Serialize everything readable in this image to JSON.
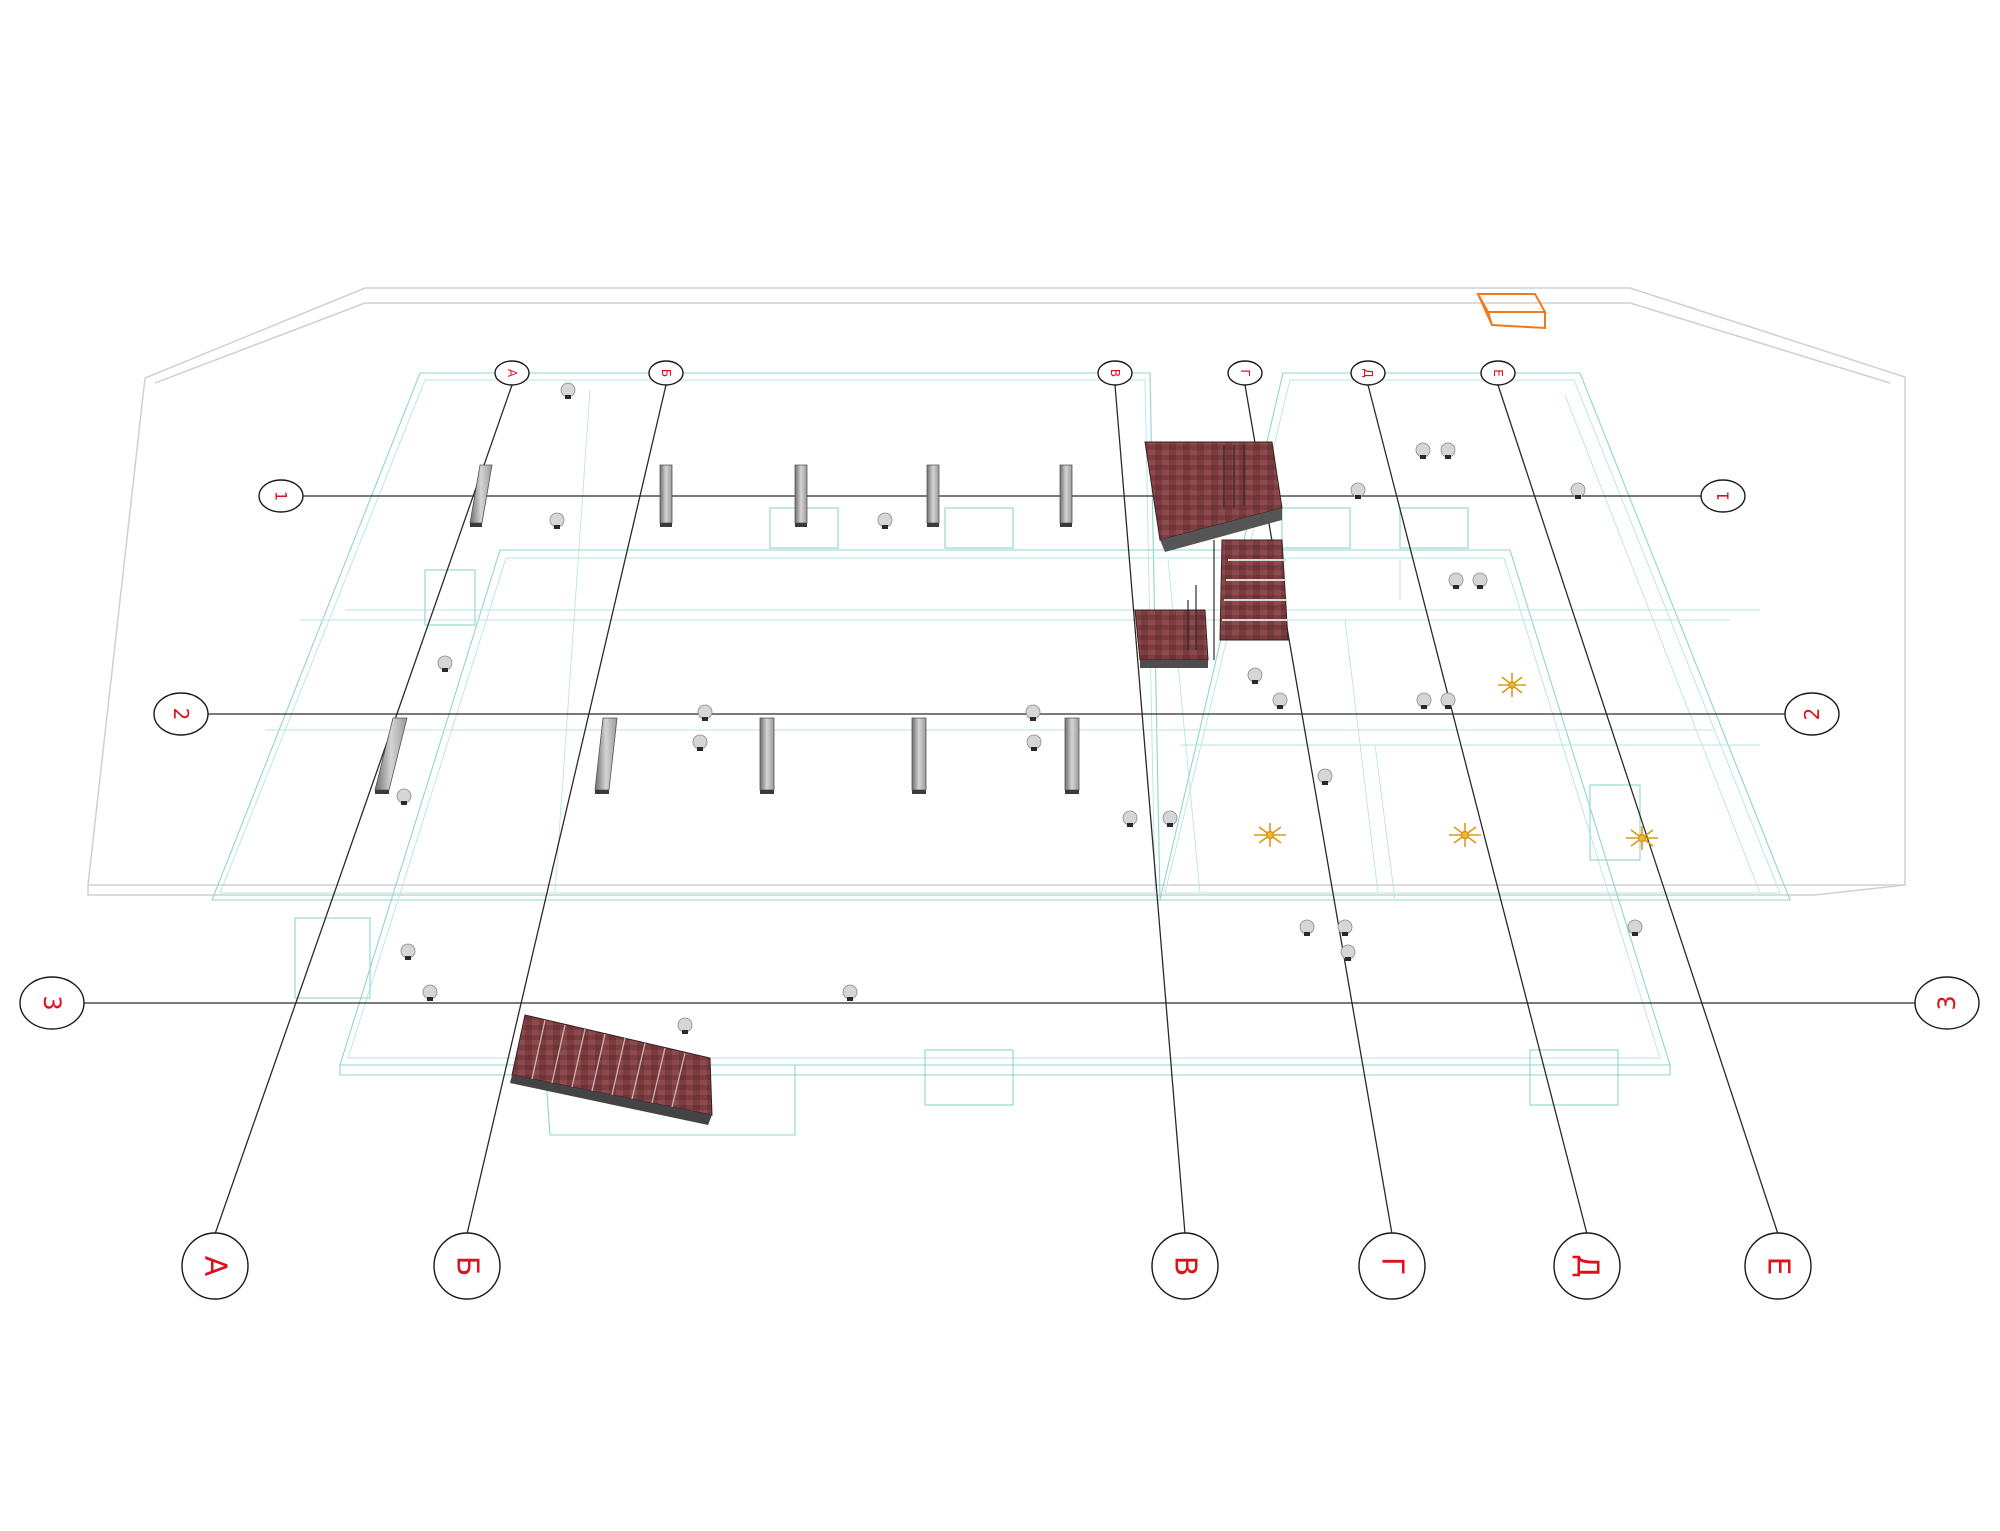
{
  "grid_axes": {
    "letters": [
      "А",
      "Б",
      "В",
      "Г",
      "Д",
      "Е"
    ],
    "numbers": [
      "1",
      "2",
      "3"
    ]
  },
  "colors": {
    "axis_label": "#e0101a",
    "grid_line": "#2a2a2a",
    "slab_wireframe": "#8fd6c8",
    "outer_slab": "#cfcfd8",
    "stair_brick": "#7a3a3c",
    "column": "#bfbfbf",
    "skylight": "#f07a1a",
    "chandelier": "#d79a1a"
  }
}
